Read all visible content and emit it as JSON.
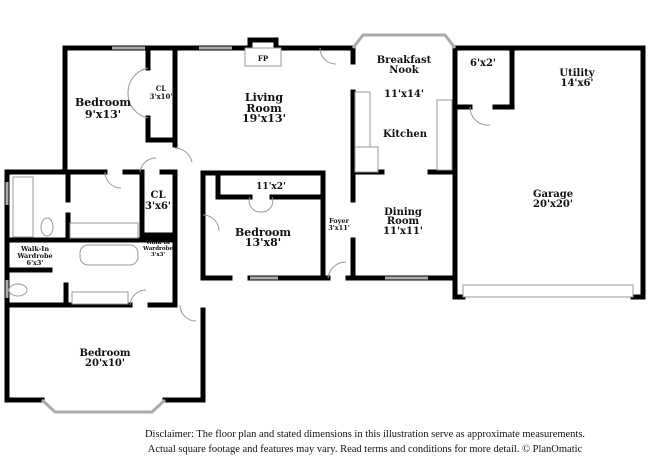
{
  "rooms": {
    "bedroom_nw": {
      "name": "Bedroom",
      "dims": "9'x13'"
    },
    "closet_nw": {
      "name": "CL",
      "dims": "3'x10'"
    },
    "fireplace": {
      "name": "FP"
    },
    "living": {
      "name": "Living",
      "name2": "Room",
      "dims": "19'x13'"
    },
    "breakfast": {
      "name": "Breakfast",
      "name2": "Nook",
      "dims": "11'x14'"
    },
    "kitchen": {
      "name": "Kitchen"
    },
    "pantry": {
      "dims": "6'x2'"
    },
    "utility": {
      "name": "Utility",
      "dims": "14'x6'"
    },
    "garage": {
      "name": "Garage",
      "dims": "20'x20'"
    },
    "closet_hall": {
      "name": "CL",
      "dims": "3'x6'"
    },
    "closet_bed2": {
      "dims": "11'x2'"
    },
    "bedroom_mid": {
      "name": "Bedroom",
      "dims": "13'x8'"
    },
    "foyer": {
      "name": "Foyer",
      "dims": "3'x11'"
    },
    "dining": {
      "name": "Dining",
      "name2": "Room",
      "dims": "11'x11'"
    },
    "wardrobe_w": {
      "name": "Walk-In",
      "name2": "Wardrobe",
      "dims": "6'x3'"
    },
    "wardrobe_e": {
      "name": "Walk-In",
      "name2": "Wardrobe",
      "dims": "3'x3'"
    },
    "bedroom_master": {
      "name": "Bedroom",
      "dims": "20'x10'"
    }
  },
  "disclaimer": {
    "line1": "Disclaimer: The floor plan and stated dimensions in this illustration serve as approximate measurements.",
    "line2": "Actual square footage and features may vary. Read terms and conditions for more detail. © PlanOmatic"
  },
  "colors": {
    "wall": "#000000",
    "window": "#aaaaaa",
    "fixture": "#999999"
  }
}
